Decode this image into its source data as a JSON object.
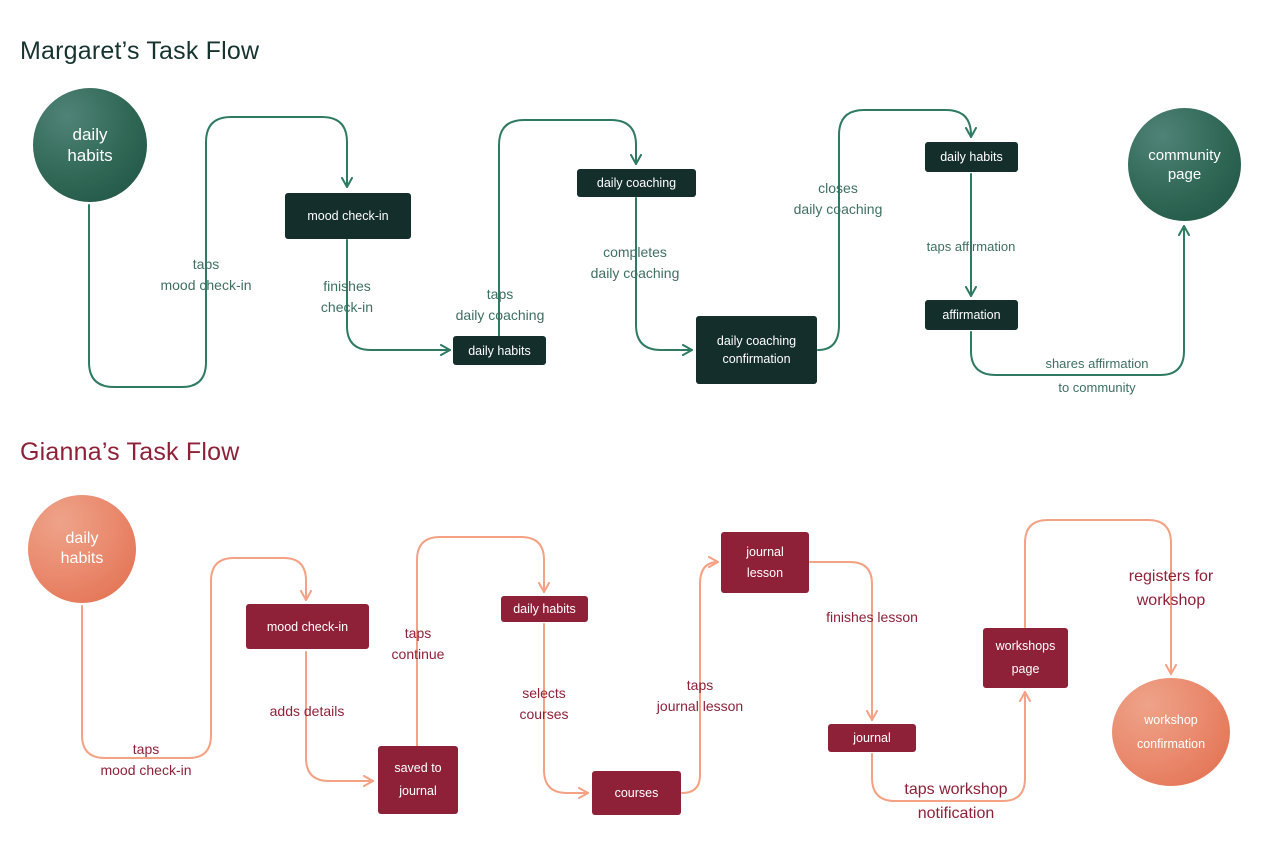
{
  "colors": {
    "green_line": "#2e7a62",
    "dark_node": "#142e2c",
    "green_text": "#3f6f62",
    "orange_line": "#f4a184",
    "red_node": "#8e2138",
    "red_text": "#8e2138"
  },
  "margaret": {
    "title": "Margaret’s Task Flow",
    "start": "daily\nhabits",
    "end": "community\npage",
    "nodes": {
      "mood_checkin": "mood check-in",
      "daily_habits_1": "daily habits",
      "daily_coaching": "daily coaching",
      "coaching_confirmation": "daily coaching\nconfirmation",
      "daily_habits_2": "daily habits",
      "affirmation": "affirmation"
    },
    "labels": {
      "taps_mood": "taps\nmood check-in",
      "finishes_checkin": "finishes\ncheck-in",
      "taps_coaching": "taps\ndaily coaching",
      "completes_coaching": "completes\ndaily coaching",
      "closes_coaching": "closes\ndaily coaching",
      "taps_affirmation": "taps affirmation",
      "shares_1": "shares affirmation",
      "shares_2": "to community"
    }
  },
  "gianna": {
    "title": "Gianna’s Task Flow",
    "start": "daily\nhabits",
    "end": "workshop\nconfirmation",
    "nodes": {
      "mood_checkin": "mood check-in",
      "saved_journal": "saved to\njournal",
      "daily_habits": "daily habits",
      "courses": "courses",
      "journal_lesson": "journal\nlesson",
      "journal": "journal",
      "workshops_page": "workshops\npage"
    },
    "labels": {
      "taps_mood": "taps\nmood check-in",
      "adds_details": "adds details",
      "taps_continue": "taps\ncontinue",
      "selects_courses": "selects\ncourses",
      "taps_journal_lesson": "taps\njournal lesson",
      "finishes_lesson": "finishes lesson",
      "taps_workshop": "taps workshop\nnotification",
      "registers": "registers for\nworkshop"
    }
  }
}
